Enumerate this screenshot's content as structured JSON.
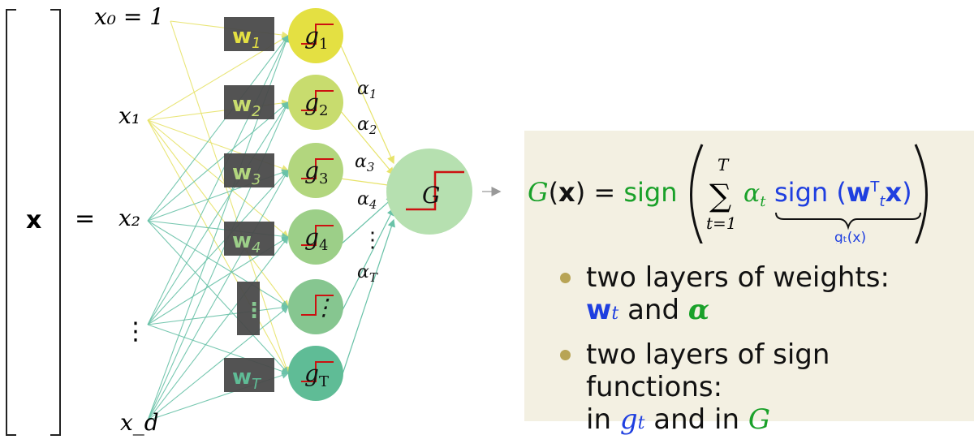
{
  "inputs": {
    "x_vector_label": "x",
    "equals": "=",
    "x0": "x₀ = 1",
    "x1": "x₁",
    "x2": "x₂",
    "dots": "⋮",
    "xd": "x_d"
  },
  "hidden_nodes": [
    {
      "g": "g",
      "sub": "1",
      "w": "w",
      "wsub": "1"
    },
    {
      "g": "g",
      "sub": "2",
      "w": "w",
      "wsub": "2"
    },
    {
      "g": "g",
      "sub": "3",
      "w": "w",
      "wsub": "3"
    },
    {
      "g": "g",
      "sub": "4",
      "w": "w",
      "wsub": "4"
    },
    {
      "g": "",
      "sub": "",
      "w": "⋮",
      "wsub": ""
    },
    {
      "g": "g",
      "sub": "T",
      "w": "w",
      "wsub": "T"
    }
  ],
  "alphas": [
    {
      "a": "α",
      "sub": "1"
    },
    {
      "a": "α",
      "sub": "2"
    },
    {
      "a": "α",
      "sub": "3"
    },
    {
      "a": "α",
      "sub": "4"
    },
    {
      "a": "⋮",
      "sub": ""
    },
    {
      "a": "α",
      "sub": "T"
    }
  ],
  "output_node": "G",
  "formula": {
    "lhs": "G(x) = ",
    "sign_outer": "sign",
    "sum_top": "T",
    "sum_bottom": "t=1",
    "alpha_t": "α",
    "alpha_sub": "t",
    "sign_inner": "sign",
    "inner_arg": "(wₜᵀx)",
    "underbrace_label": "gₜ(x)"
  },
  "bullets": [
    {
      "text1": "two layers of weights:",
      "line2_a": "w",
      "line2_a_sub": "t",
      "line2_mid": " and ",
      "line2_b": "α"
    },
    {
      "text1": "two layers of sign functions:",
      "line2_a": "in ",
      "line2_g": "g",
      "line2_g_sub": "t",
      "line2_mid": " and in ",
      "line2_b": "G"
    }
  ],
  "colors": {
    "node_colors": [
      "#e4e042",
      "#c8dc6e",
      "#b2d67e",
      "#9ccf88",
      "#86c690",
      "#5fbc96"
    ],
    "output_node": "#b6e0b0",
    "step_red": "#cc1111",
    "weight_box": "#4a4a4a",
    "blue": "#1f3fe0",
    "green": "#1aa12a",
    "box_bg": "#f3f0e2",
    "bullet_dot": "#b8a455"
  }
}
